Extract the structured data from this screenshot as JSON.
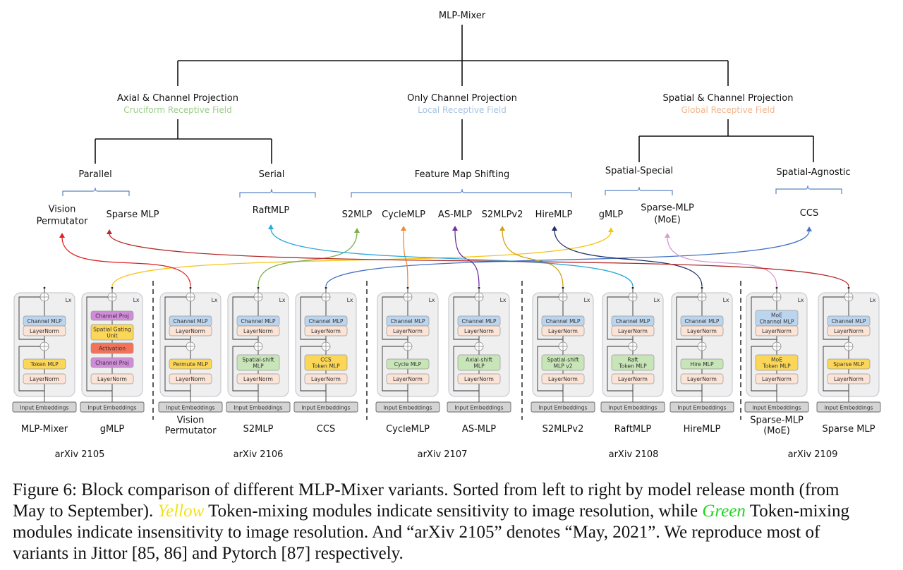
{
  "tree": {
    "root": "MLP-Mixer",
    "categories": [
      {
        "title": "Axial & Channel Projection",
        "subtitle": "Cruciform Receptive Field",
        "subtitle_color": "#9ccc8a"
      },
      {
        "title": "Only Channel Projection",
        "subtitle": "Local Receptive Field",
        "subtitle_color": "#a7c4e2"
      },
      {
        "title": "Spatial & Channel Projection",
        "subtitle": "Global Receptive Field",
        "subtitle_color": "#f2b48c"
      }
    ],
    "subcategories": [
      "Parallel",
      "Serial",
      "Feature Map Shifting",
      "Spatial-Special",
      "Spatial-Agnostic"
    ],
    "leaves": [
      {
        "label": [
          "Vision",
          "Permutator"
        ]
      },
      {
        "label": [
          "Sparse MLP"
        ]
      },
      {
        "label": [
          "RaftMLP"
        ]
      },
      {
        "label": [
          "S2MLP"
        ]
      },
      {
        "label": [
          "CycleMLP"
        ]
      },
      {
        "label": [
          "AS-MLP"
        ]
      },
      {
        "label": [
          "S2MLPv2"
        ]
      },
      {
        "label": [
          "HireMLP"
        ]
      },
      {
        "label": [
          "gMLP"
        ]
      },
      {
        "label": [
          "Sparse-MLP",
          "(MoE)"
        ]
      },
      {
        "label": [
          "CCS"
        ]
      }
    ]
  },
  "colors": {
    "channel_mlp": "#bcd5ee",
    "layernorm": "#fbe3d6",
    "token_yellow": "#fcd757",
    "token_green": "#c7e5b6",
    "proj_purple": "#d08cd8",
    "activation": "#f3735a",
    "input_embed": "#d4d4d4",
    "block_bg": "#efeff0",
    "bracket": "#5b84c4"
  },
  "common": {
    "lx_label": "Lx",
    "input_label": "Input Embeddings",
    "layernorm_label": "LayerNorm",
    "channel_mlp_label": "Channel MLP"
  },
  "models": [
    {
      "name": [
        "MLP-Mixer"
      ],
      "type": "mixer",
      "top": [
        "Channel MLP"
      ],
      "top_color": "channel_mlp",
      "token": [
        "Token MLP"
      ],
      "token_color": "token_yellow",
      "arrow_to": null,
      "arrow_color": null
    },
    {
      "name": [
        "gMLP"
      ],
      "type": "gmlp",
      "blocks": [
        [
          "Channel Proj"
        ],
        [
          "Spatial Gating",
          "Unit"
        ],
        [
          "Activation"
        ],
        [
          "Channel Proj"
        ],
        [
          "LayerNorm"
        ]
      ],
      "arrow_to": 8,
      "arrow_color": "#f5c518"
    },
    {
      "name": [
        "Vision",
        "Permutator"
      ],
      "type": "mixer",
      "top": [
        "Channel MLP"
      ],
      "top_color": "channel_mlp",
      "token": [
        "Permute MLP"
      ],
      "token_color": "token_yellow",
      "arrow_to": 0,
      "arrow_color": "#e0201c"
    },
    {
      "name": [
        "S2MLP"
      ],
      "type": "mixer",
      "top": [
        "Channel MLP"
      ],
      "top_color": "channel_mlp",
      "token": [
        "Spatial-shift",
        "MLP"
      ],
      "token_color": "token_green",
      "arrow_to": 3,
      "arrow_color": "#7cb04c"
    },
    {
      "name": [
        "CCS"
      ],
      "type": "mixer",
      "top": [
        "Channel MLP"
      ],
      "top_color": "channel_mlp",
      "token": [
        "CCS",
        "Token MLP"
      ],
      "token_color": "token_yellow",
      "arrow_to": 10,
      "arrow_color": "#4472c4"
    },
    {
      "name": [
        "CycleMLP"
      ],
      "type": "mixer",
      "top": [
        "Channel MLP"
      ],
      "top_color": "channel_mlp",
      "token": [
        "Cycle MLP"
      ],
      "token_color": "token_green",
      "arrow_to": 4,
      "arrow_color": "#ef8a3c"
    },
    {
      "name": [
        "AS-MLP"
      ],
      "type": "mixer",
      "top": [
        "Channel MLP"
      ],
      "top_color": "channel_mlp",
      "token": [
        "Axial-shift",
        "MLP"
      ],
      "token_color": "token_green",
      "arrow_to": 5,
      "arrow_color": "#7030a0"
    },
    {
      "name": [
        "S2MLPv2"
      ],
      "type": "mixer",
      "top": [
        "Channel MLP"
      ],
      "top_color": "channel_mlp",
      "token": [
        "Spatial-shift",
        "MLP v2"
      ],
      "token_color": "token_green",
      "arrow_to": 6,
      "arrow_color": "#d4a017"
    },
    {
      "name": [
        "RaftMLP"
      ],
      "type": "mixer",
      "top": [
        "Channel MLP"
      ],
      "top_color": "channel_mlp",
      "token": [
        "Raft",
        "Token MLP"
      ],
      "token_color": "token_green",
      "arrow_to": 2,
      "arrow_color": "#2aa8dc"
    },
    {
      "name": [
        "HireMLP"
      ],
      "type": "mixer",
      "top": [
        "Channel MLP"
      ],
      "top_color": "channel_mlp",
      "token": [
        "Hire MLP"
      ],
      "token_color": "token_green",
      "arrow_to": 7,
      "arrow_color": "#1f2f66"
    },
    {
      "name": [
        "Sparse-MLP",
        "(MoE)"
      ],
      "type": "mixer",
      "top": [
        "MoE",
        "Channel MLP"
      ],
      "top_color": "channel_mlp",
      "token": [
        "MoE",
        "Token MLP"
      ],
      "token_color": "token_yellow",
      "arrow_to": 9,
      "arrow_color": "#d89bd6"
    },
    {
      "name": [
        "Sparse MLP"
      ],
      "type": "mixer",
      "top": [
        "Channel MLP"
      ],
      "top_color": "channel_mlp",
      "token": [
        "Sparse MLP"
      ],
      "token_color": "token_yellow",
      "arrow_to": 1,
      "arrow_color": "#b52a2a"
    }
  ],
  "release_groups": [
    "arXiv 2105",
    "arXiv 2106",
    "arXiv 2107",
    "arXiv 2108",
    "arXiv 2109"
  ],
  "caption": {
    "line1": "Figure 6:  Block comparison of different MLP-Mixer variants. Sorted from left to right by model release month (from",
    "line2_pre": "May to September). ",
    "line2_yellow": "Yellow",
    "line2_mid": " Token-mixing modules indicate sensitivity to image resolution, while ",
    "line2_green": "Green",
    "line2_post": " Token-mixing",
    "line3": "modules indicate insensitivity to image resolution. And “arXiv 2105” denotes “May, 2021”. We reproduce most of",
    "line4": "variants in Jittor [85, 86] and Pytorch [87] respectively."
  }
}
